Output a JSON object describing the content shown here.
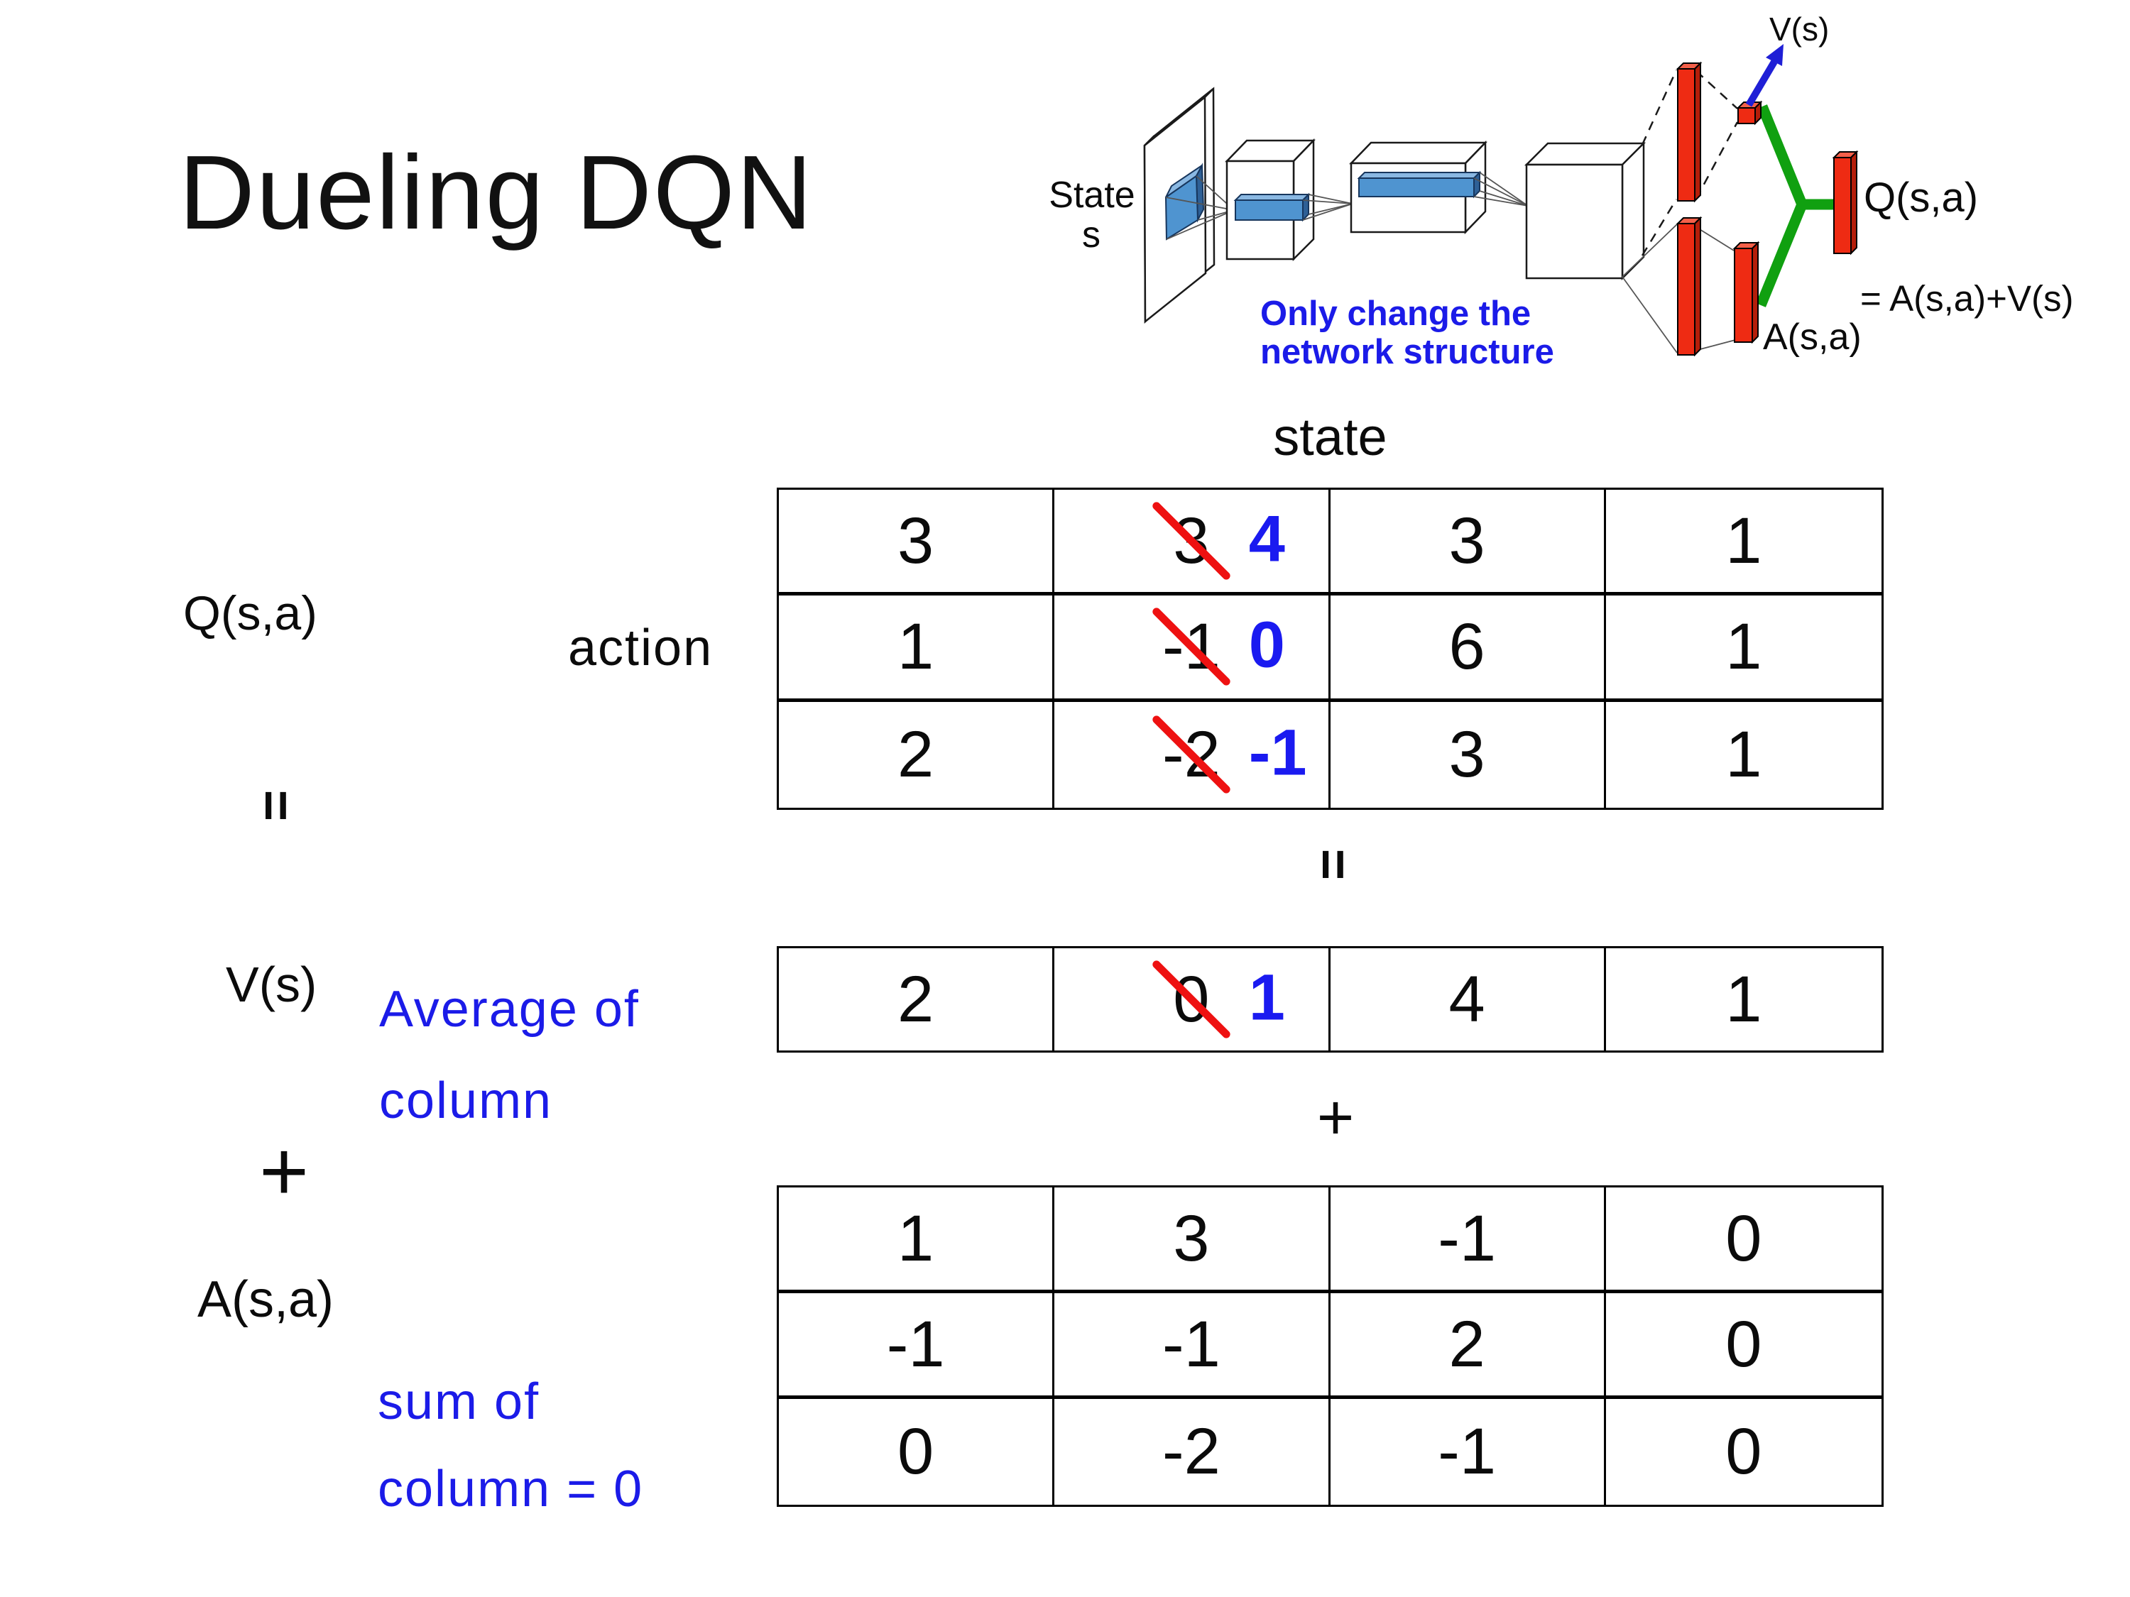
{
  "slide": {
    "title": "Dueling DQN"
  },
  "colors": {
    "text_blue": "#1b1be8",
    "number_blue": "#1a1af0",
    "strike_red": "#ee1111",
    "bar_red": "#ee2b13",
    "conv_blue": "#4f94d0",
    "green": "#10a010",
    "arrow_blue": "#1f1fd6"
  },
  "diagram": {
    "state_line1": "State",
    "state_line2": "s",
    "v_output": "V(s)",
    "q_output_line1": "Q(s,a)",
    "q_output_line2": "= A(s,a)+V(s)",
    "a_output": "A(s,a)",
    "note_line1": "Only change the",
    "note_line2": "network structure"
  },
  "labels": {
    "q": "Q(s,a)",
    "action": "action",
    "state": "state",
    "v": "V(s)",
    "a": "A(s,a)",
    "equals": "=",
    "plus": "+"
  },
  "annotations": {
    "average": {
      "line1": "Average of",
      "line2": "column"
    },
    "sum": {
      "line1": "sum of",
      "line2": "column = 0"
    }
  },
  "q_table": {
    "rows": [
      [
        {
          "v": "3"
        },
        {
          "old": "3",
          "new": "4"
        },
        {
          "v": "3"
        },
        {
          "v": "1"
        }
      ],
      [
        {
          "v": "1"
        },
        {
          "old": "-1",
          "new": "0"
        },
        {
          "v": "6"
        },
        {
          "v": "1"
        }
      ],
      [
        {
          "v": "2"
        },
        {
          "old": "-2",
          "new": "-1"
        },
        {
          "v": "3"
        },
        {
          "v": "1"
        }
      ]
    ]
  },
  "v_table": {
    "rows": [
      [
        {
          "v": "2"
        },
        {
          "old": "0",
          "new": "1"
        },
        {
          "v": "4"
        },
        {
          "v": "1"
        }
      ]
    ]
  },
  "a_table": {
    "rows": [
      [
        {
          "v": "1"
        },
        {
          "v": "3"
        },
        {
          "v": "-1"
        },
        {
          "v": "0"
        }
      ],
      [
        {
          "v": "-1"
        },
        {
          "v": "-1"
        },
        {
          "v": "2"
        },
        {
          "v": "0"
        }
      ],
      [
        {
          "v": "0"
        },
        {
          "v": "-2"
        },
        {
          "v": "-1"
        },
        {
          "v": "0"
        }
      ]
    ]
  }
}
